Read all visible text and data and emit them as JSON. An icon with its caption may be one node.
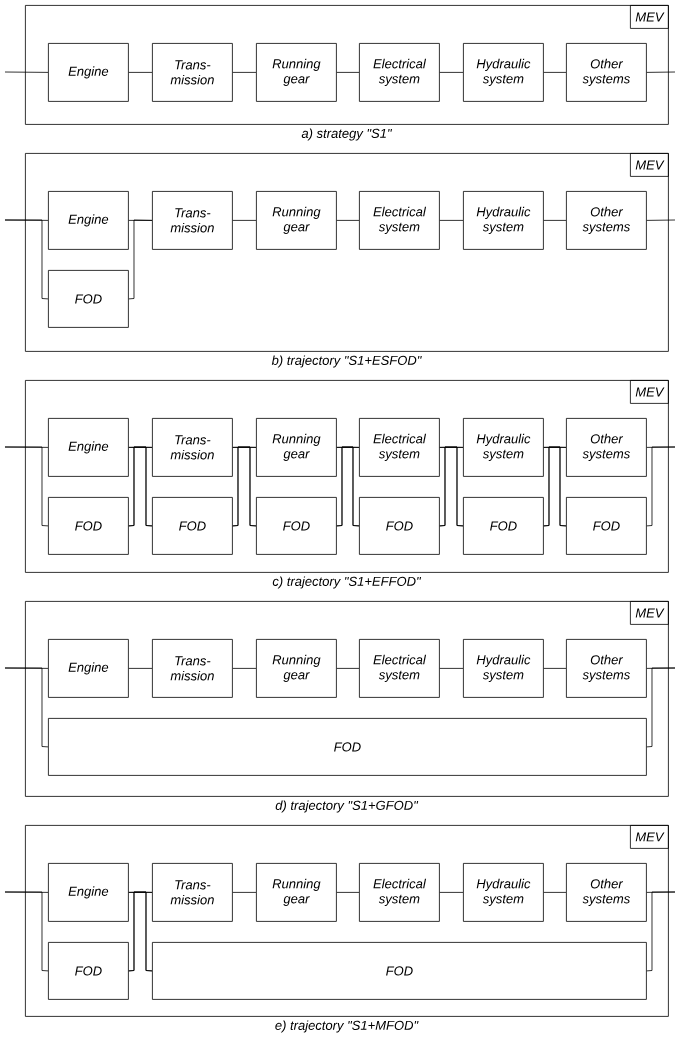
{
  "diagram": {
    "nodes": [
      {
        "text": [],
        "shape": "box"
      },
      {
        "text": [
          "MEV"
        ],
        "in": 0
      },
      {
        "text": [
          "Engine"
        ],
        "in": 0
      },
      {
        "text": [
          "Trans- mission"
        ],
        "in": 0
      },
      {
        "text": [
          "Running gear"
        ],
        "in": 0
      },
      {
        "text": [
          "Electrical system"
        ],
        "in": 0
      },
      {
        "text": [
          "Hydraulic system"
        ],
        "in": 0
      },
      {
        "text": [
          "Other systems"
        ],
        "in": 0
      },
      {
        "text": [],
        "shape": "box"
      },
      {
        "text": [
          "MEV"
        ],
        "in": 8
      },
      {
        "text": [
          "Engine"
        ],
        "in": 8
      },
      {
        "text": [
          "FOD"
        ],
        "in": 8
      },
      {
        "text": [
          "Trans- mission"
        ],
        "in": 8
      },
      {
        "text": [
          "Running gear"
        ],
        "in": 8
      },
      {
        "text": [
          "Electrical system"
        ],
        "in": 8
      },
      {
        "text": [
          "Hydraulic system"
        ],
        "in": 8
      },
      {
        "text": [
          "Other systems"
        ],
        "in": 8
      },
      {
        "text": [],
        "shape": "box"
      },
      {
        "text": [
          "MEV"
        ],
        "in": 17
      },
      {
        "text": [
          "Engine"
        ],
        "in": 17
      },
      {
        "text": [
          "FOD"
        ],
        "in": 17
      },
      {
        "text": [
          "Trans- mission"
        ],
        "in": 17
      },
      {
        "text": [
          "FOD"
        ],
        "in": 17
      },
      {
        "text": [
          "Running gear"
        ],
        "in": 17
      },
      {
        "text": [
          "FOD"
        ],
        "in": 17
      },
      {
        "text": [
          "Electrical system"
        ],
        "in": 17
      },
      {
        "text": [
          "FOD"
        ],
        "in": 17
      },
      {
        "text": [
          "Hydraulic system"
        ],
        "in": 17
      },
      {
        "text": [
          "FOD"
        ],
        "in": 17
      },
      {
        "text": [
          "Other systems"
        ],
        "in": 17
      },
      {
        "text": [
          "FOD"
        ],
        "in": 17
      },
      {
        "text": [],
        "shape": "box"
      },
      {
        "text": [
          "MEV"
        ],
        "in": 31
      },
      {
        "text": [
          "Engine"
        ],
        "in": 31
      },
      {
        "text": [
          "Trans- mission"
        ],
        "in": 31
      },
      {
        "text": [
          "Running gear"
        ],
        "in": 31
      },
      {
        "text": [
          "Electrical system"
        ],
        "in": 31
      },
      {
        "text": [
          "Hydraulic system"
        ],
        "in": 31
      },
      {
        "text": [
          "Other systems"
        ],
        "in": 31
      },
      {
        "text": [
          "FOD"
        ],
        "in": 31
      },
      {
        "text": [],
        "shape": "box"
      },
      {
        "text": [
          "MEV"
        ],
        "in": 40
      },
      {
        "text": [
          "Engine"
        ],
        "in": 40
      },
      {
        "text": [
          "FOD"
        ],
        "in": 40
      },
      {
        "text": [
          "Trans- mission"
        ],
        "in": 40
      },
      {
        "text": [
          "Running gear"
        ],
        "in": 40
      },
      {
        "text": [
          "Electrical system"
        ],
        "in": 40
      },
      {
        "text": [
          "Hydraulic system"
        ],
        "in": 40
      },
      {
        "text": [
          "Other systems"
        ],
        "in": 40
      },
      {
        "text": [
          "FOD"
        ],
        "in": 40
      }
    ],
    "edges": [
      {
        "from": null,
        "to": 2,
        "arrow": "none"
      },
      {
        "from": 2,
        "to": 3,
        "arrow": "none"
      },
      {
        "from": 3,
        "to": 4,
        "arrow": "none"
      },
      {
        "from": 4,
        "to": 5,
        "arrow": "none"
      },
      {
        "from": 5,
        "to": 6,
        "arrow": "none"
      },
      {
        "from": 6,
        "to": 7,
        "arrow": "none"
      },
      {
        "from": 7,
        "to": null,
        "arrow": "none"
      },
      {
        "from": null,
        "to": 10,
        "arrow": "none"
      },
      {
        "from": null,
        "to": 11,
        "arrow": "none"
      },
      {
        "from": 10,
        "to": 12,
        "arrow": "none"
      },
      {
        "from": 11,
        "to": 12,
        "arrow": "none"
      },
      {
        "from": 12,
        "to": 13,
        "arrow": "none"
      },
      {
        "from": 13,
        "to": 14,
        "arrow": "none"
      },
      {
        "from": 14,
        "to": 15,
        "arrow": "none"
      },
      {
        "from": 15,
        "to": 16,
        "arrow": "none"
      },
      {
        "from": 16,
        "to": null,
        "arrow": "none"
      },
      {
        "from": null,
        "to": 19,
        "arrow": "none"
      },
      {
        "from": null,
        "to": 20,
        "arrow": "none"
      },
      {
        "from": 19,
        "to": 21,
        "arrow": "none"
      },
      {
        "from": 19,
        "to": 22,
        "arrow": "none"
      },
      {
        "from": 20,
        "to": 21,
        "arrow": "none"
      },
      {
        "from": 20,
        "to": 22,
        "arrow": "none"
      },
      {
        "from": 21,
        "to": 23,
        "arrow": "none"
      },
      {
        "from": 21,
        "to": 24,
        "arrow": "none"
      },
      {
        "from": 22,
        "to": 23,
        "arrow": "none"
      },
      {
        "from": 22,
        "to": 24,
        "arrow": "none"
      },
      {
        "from": 23,
        "to": 25,
        "arrow": "none"
      },
      {
        "from": 23,
        "to": 26,
        "arrow": "none"
      },
      {
        "from": 24,
        "to": 25,
        "arrow": "none"
      },
      {
        "from": 24,
        "to": 26,
        "arrow": "none"
      },
      {
        "from": 25,
        "to": 27,
        "arrow": "none"
      },
      {
        "from": 25,
        "to": 28,
        "arrow": "none"
      },
      {
        "from": 26,
        "to": 27,
        "arrow": "none"
      },
      {
        "from": 26,
        "to": 28,
        "arrow": "none"
      },
      {
        "from": 27,
        "to": 29,
        "arrow": "none"
      },
      {
        "from": 27,
        "to": 30,
        "arrow": "none"
      },
      {
        "from": 28,
        "to": 29,
        "arrow": "none"
      },
      {
        "from": 28,
        "to": 30,
        "arrow": "none"
      },
      {
        "from": 29,
        "to": null,
        "arrow": "none"
      },
      {
        "from": 30,
        "to": null,
        "arrow": "none"
      },
      {
        "from": null,
        "to": 33,
        "arrow": "none"
      },
      {
        "from": null,
        "to": 39,
        "arrow": "none"
      },
      {
        "from": 33,
        "to": 34,
        "arrow": "none"
      },
      {
        "from": 34,
        "to": 35,
        "arrow": "none"
      },
      {
        "from": 35,
        "to": 36,
        "arrow": "none"
      },
      {
        "from": 36,
        "to": 37,
        "arrow": "none"
      },
      {
        "from": 37,
        "to": 38,
        "arrow": "none"
      },
      {
        "from": 38,
        "to": null,
        "arrow": "none"
      },
      {
        "from": 39,
        "to": null,
        "arrow": "none"
      },
      {
        "from": null,
        "to": 42,
        "arrow": "none"
      },
      {
        "from": null,
        "to": 43,
        "arrow": "none"
      },
      {
        "from": 42,
        "to": 44,
        "arrow": "none"
      },
      {
        "from": 42,
        "to": 49,
        "arrow": "none"
      },
      {
        "from": 43,
        "to": 44,
        "arrow": "none"
      },
      {
        "from": 43,
        "to": 49,
        "arrow": "none"
      },
      {
        "from": 44,
        "to": 45,
        "arrow": "none"
      },
      {
        "from": 45,
        "to": 46,
        "arrow": "none"
      },
      {
        "from": 46,
        "to": 47,
        "arrow": "none"
      },
      {
        "from": 47,
        "to": 48,
        "arrow": "none"
      },
      {
        "from": 48,
        "to": null,
        "arrow": "none"
      },
      {
        "from": 49,
        "to": null,
        "arrow": "none"
      }
    ],
    "labels": [
      "a) strategy \"S1\"",
      "b) trajectory \"S1+ESFOD\"",
      "c) trajectory \"S1+EFFOD\"",
      "d) trajectory \"S1+GFOD\"",
      "e) trajectory \"S1+MFOD\""
    ]
  }
}
